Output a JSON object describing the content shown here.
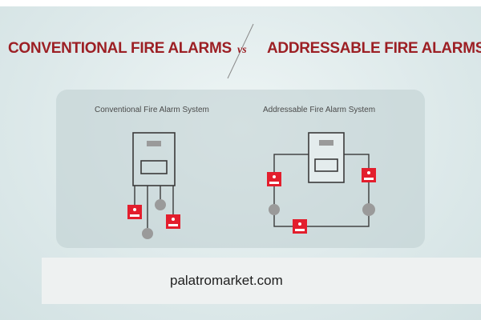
{
  "header": {
    "left_title": "CONVENTIONAL FIRE ALARMS",
    "vs": "vs",
    "right_title": "ADDRESSABLE FIRE ALARMS"
  },
  "diagrams": {
    "conventional_label": "Conventional Fire Alarm System",
    "addressable_label": "Addressable Fire Alarm System"
  },
  "footer": {
    "site": "palatromarket.com"
  },
  "colors": {
    "title": "#9c1f24",
    "call_point": "#e31e2d",
    "wire": "#3a3a3a",
    "detector": "#9a9a9a"
  },
  "icons": [
    "control-panel-icon",
    "manual-call-point-icon",
    "smoke-detector-icon"
  ]
}
